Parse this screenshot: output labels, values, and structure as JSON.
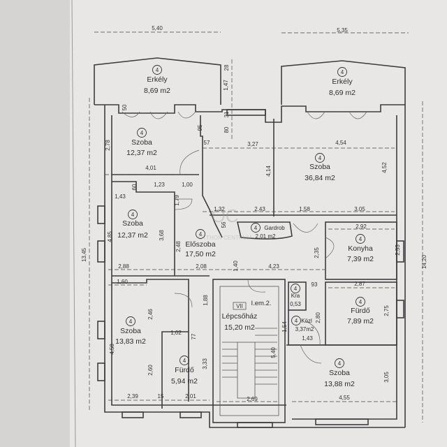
{
  "plan": {
    "floor_label": "I.em.2.",
    "section_label": "VII",
    "watermark": "OTTHON CENTRUM",
    "badge": "4",
    "rooms": [
      {
        "name": "Erkély",
        "area": "8,69 m2"
      },
      {
        "name": "Erkély",
        "area": "8,69 m2"
      },
      {
        "name": "Szoba",
        "area": "12,37 m2"
      },
      {
        "name": "Szoba",
        "area": "36,84 m2"
      },
      {
        "name": "Szoba",
        "area": "12,37 m2"
      },
      {
        "name": "Előszoba",
        "area": "17,50 m2"
      },
      {
        "name": "Gardrob",
        "area": "2,01 m2"
      },
      {
        "name": "Konyha",
        "area": "7,39 m2"
      },
      {
        "name": "Lépcsőház",
        "area": "15,20 m2"
      },
      {
        "name": "Kra",
        "area": "0,53"
      },
      {
        "name": "Közl",
        "area": "3,37m2"
      },
      {
        "name": "Fürdő",
        "area": "7,89 m2"
      },
      {
        "name": "Szoba",
        "area": "13,83 m2"
      },
      {
        "name": "Fürdő",
        "area": "5,94 m2"
      },
      {
        "name": "Szoba",
        "area": "13,88 m2"
      }
    ],
    "dimensions": [
      "5,40",
      "5,35",
      "1,47",
      "28",
      "31",
      "80",
      "50",
      "95",
      "57",
      "3,27",
      "4,54",
      "2,78",
      "4,01",
      "4,14",
      "4,52",
      "60",
      "1,23",
      "1,00",
      "1,43",
      "1,79",
      "1,32",
      "2,43",
      "1,58",
      "3,05",
      "56",
      "2,92",
      "4,85",
      "3,68",
      "2,48",
      "2,35",
      "2,53",
      "2,88",
      "2,08",
      "4,23",
      "1,40",
      "1,60",
      "93",
      "2,87",
      "14,20",
      "13,45",
      "1,88",
      "2,46",
      "2,75",
      "2,80",
      "1,54",
      "1,02",
      "77",
      "4,58",
      "1,43",
      "5,40",
      "3,33",
      "2,60",
      "3,05",
      "2,39",
      "15",
      "2,01",
      "2,69",
      "4,55"
    ]
  }
}
